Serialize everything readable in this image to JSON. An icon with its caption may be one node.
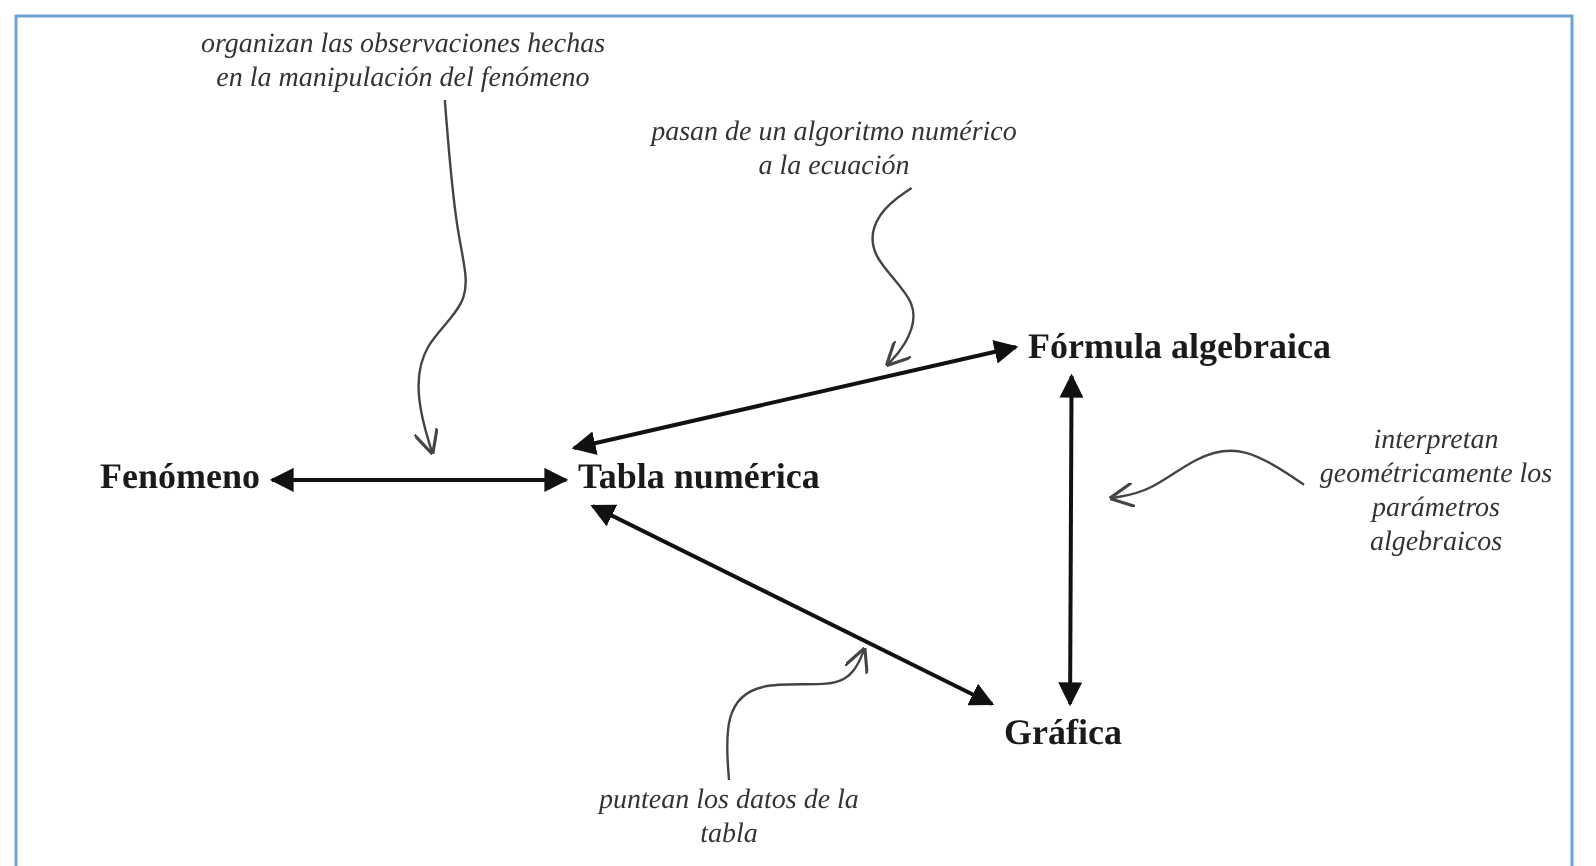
{
  "diagram": {
    "nodes": [
      {
        "text": [
          "Fenómeno"
        ]
      },
      {
        "text": [
          "Tabla numérica"
        ]
      },
      {
        "text": [
          "Fórmula algebraica"
        ]
      },
      {
        "text": [
          "Gráfica"
        ]
      },
      {
        "text": [
          "organizan las observaciones hechas en la manipulación del fenómeno"
        ]
      },
      {
        "text": [
          "pasan de un algoritmo numérico a la ecuación"
        ]
      },
      {
        "text": [
          "interpretan geométricamente los parámetros algebraicos"
        ]
      },
      {
        "text": [
          "puntean los datos de la tabla"
        ]
      }
    ],
    "edges": [
      {
        "from": 0,
        "to": 1,
        "arrow": "both"
      },
      {
        "from": 1,
        "to": 2,
        "arrow": "both"
      },
      {
        "from": 1,
        "to": 3,
        "arrow": "both"
      },
      {
        "from": 2,
        "to": 3,
        "arrow": "both"
      },
      {
        "from": 4,
        "to": null,
        "arrow": "to"
      },
      {
        "from": 5,
        "to": null,
        "arrow": "to"
      },
      {
        "from": 6,
        "to": null,
        "arrow": "to"
      },
      {
        "from": 7,
        "to": null,
        "arrow": "to"
      }
    ]
  }
}
